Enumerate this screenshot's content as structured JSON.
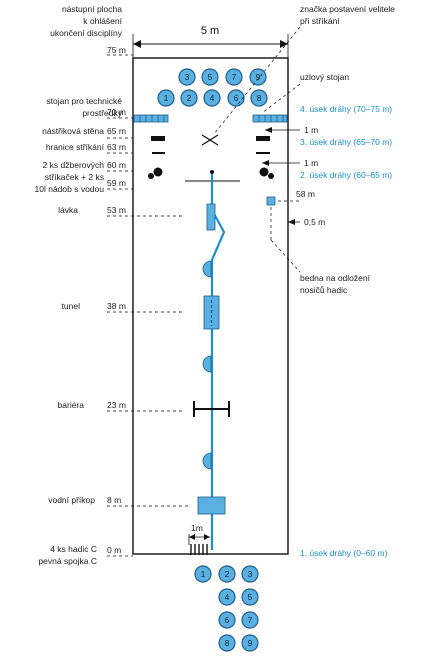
{
  "width_label": "5 m",
  "labels": {
    "start_area": [
      "nástupní plocha",
      "k ohlášení",
      "ukončení disciplíny"
    ],
    "tech_stand": [
      "stojan pro technické",
      "prostředky"
    ],
    "spray_wall": "nástřiková stěna",
    "spray_limit": "hranice stříkání",
    "extinguishers": [
      "2 ks džberových",
      "stříkaček + 2 ks",
      "10l nádob s vodou"
    ],
    "bench": "lávka",
    "tunnel": "tunel",
    "barrier": "bariéra",
    "ditch": "vodní příkop",
    "hoses": [
      "4 ks hadic C",
      "pevná spojka C"
    ],
    "commander_mark": [
      "značka postavení velitele",
      "při stříkání"
    ],
    "node_stand": "uzlový stojan",
    "box": [
      "bedna na odložení",
      "nosičů hadic"
    ]
  },
  "marks": {
    "m75": "75 m",
    "m70": "70 m",
    "m65": "65 m",
    "m63": "63 m",
    "m60": "60 m",
    "m59": "59 m",
    "m53": "53 m",
    "m38": "38 m",
    "m23": "23 m",
    "m8": "8 m",
    "m0": "0 m",
    "m58": "58 m",
    "gap_1m_a": "1 m",
    "gap_1m_b": "1 m",
    "gap_05m": "0,5 m",
    "hose_gap": "1m"
  },
  "sections": {
    "s4": "4. úsek dráhy (70–75 m)",
    "s3": "3. úsek dráhy (65–70 m)",
    "s2": "2. úsek dráhy (60–65 m)",
    "s1": "1. úsek dráhy (0–60 m)"
  },
  "top_positions": [
    "3",
    "5",
    "7",
    "9",
    "1",
    "2",
    "4",
    "6",
    "8"
  ],
  "bottom_positions": [
    "1",
    "2",
    "3",
    "4",
    "5",
    "6",
    "7",
    "8",
    "9"
  ],
  "colors": {
    "accent_blue": "#1a8fd0",
    "fill_blue": "#5ab0e0",
    "ink": "#111111"
  }
}
